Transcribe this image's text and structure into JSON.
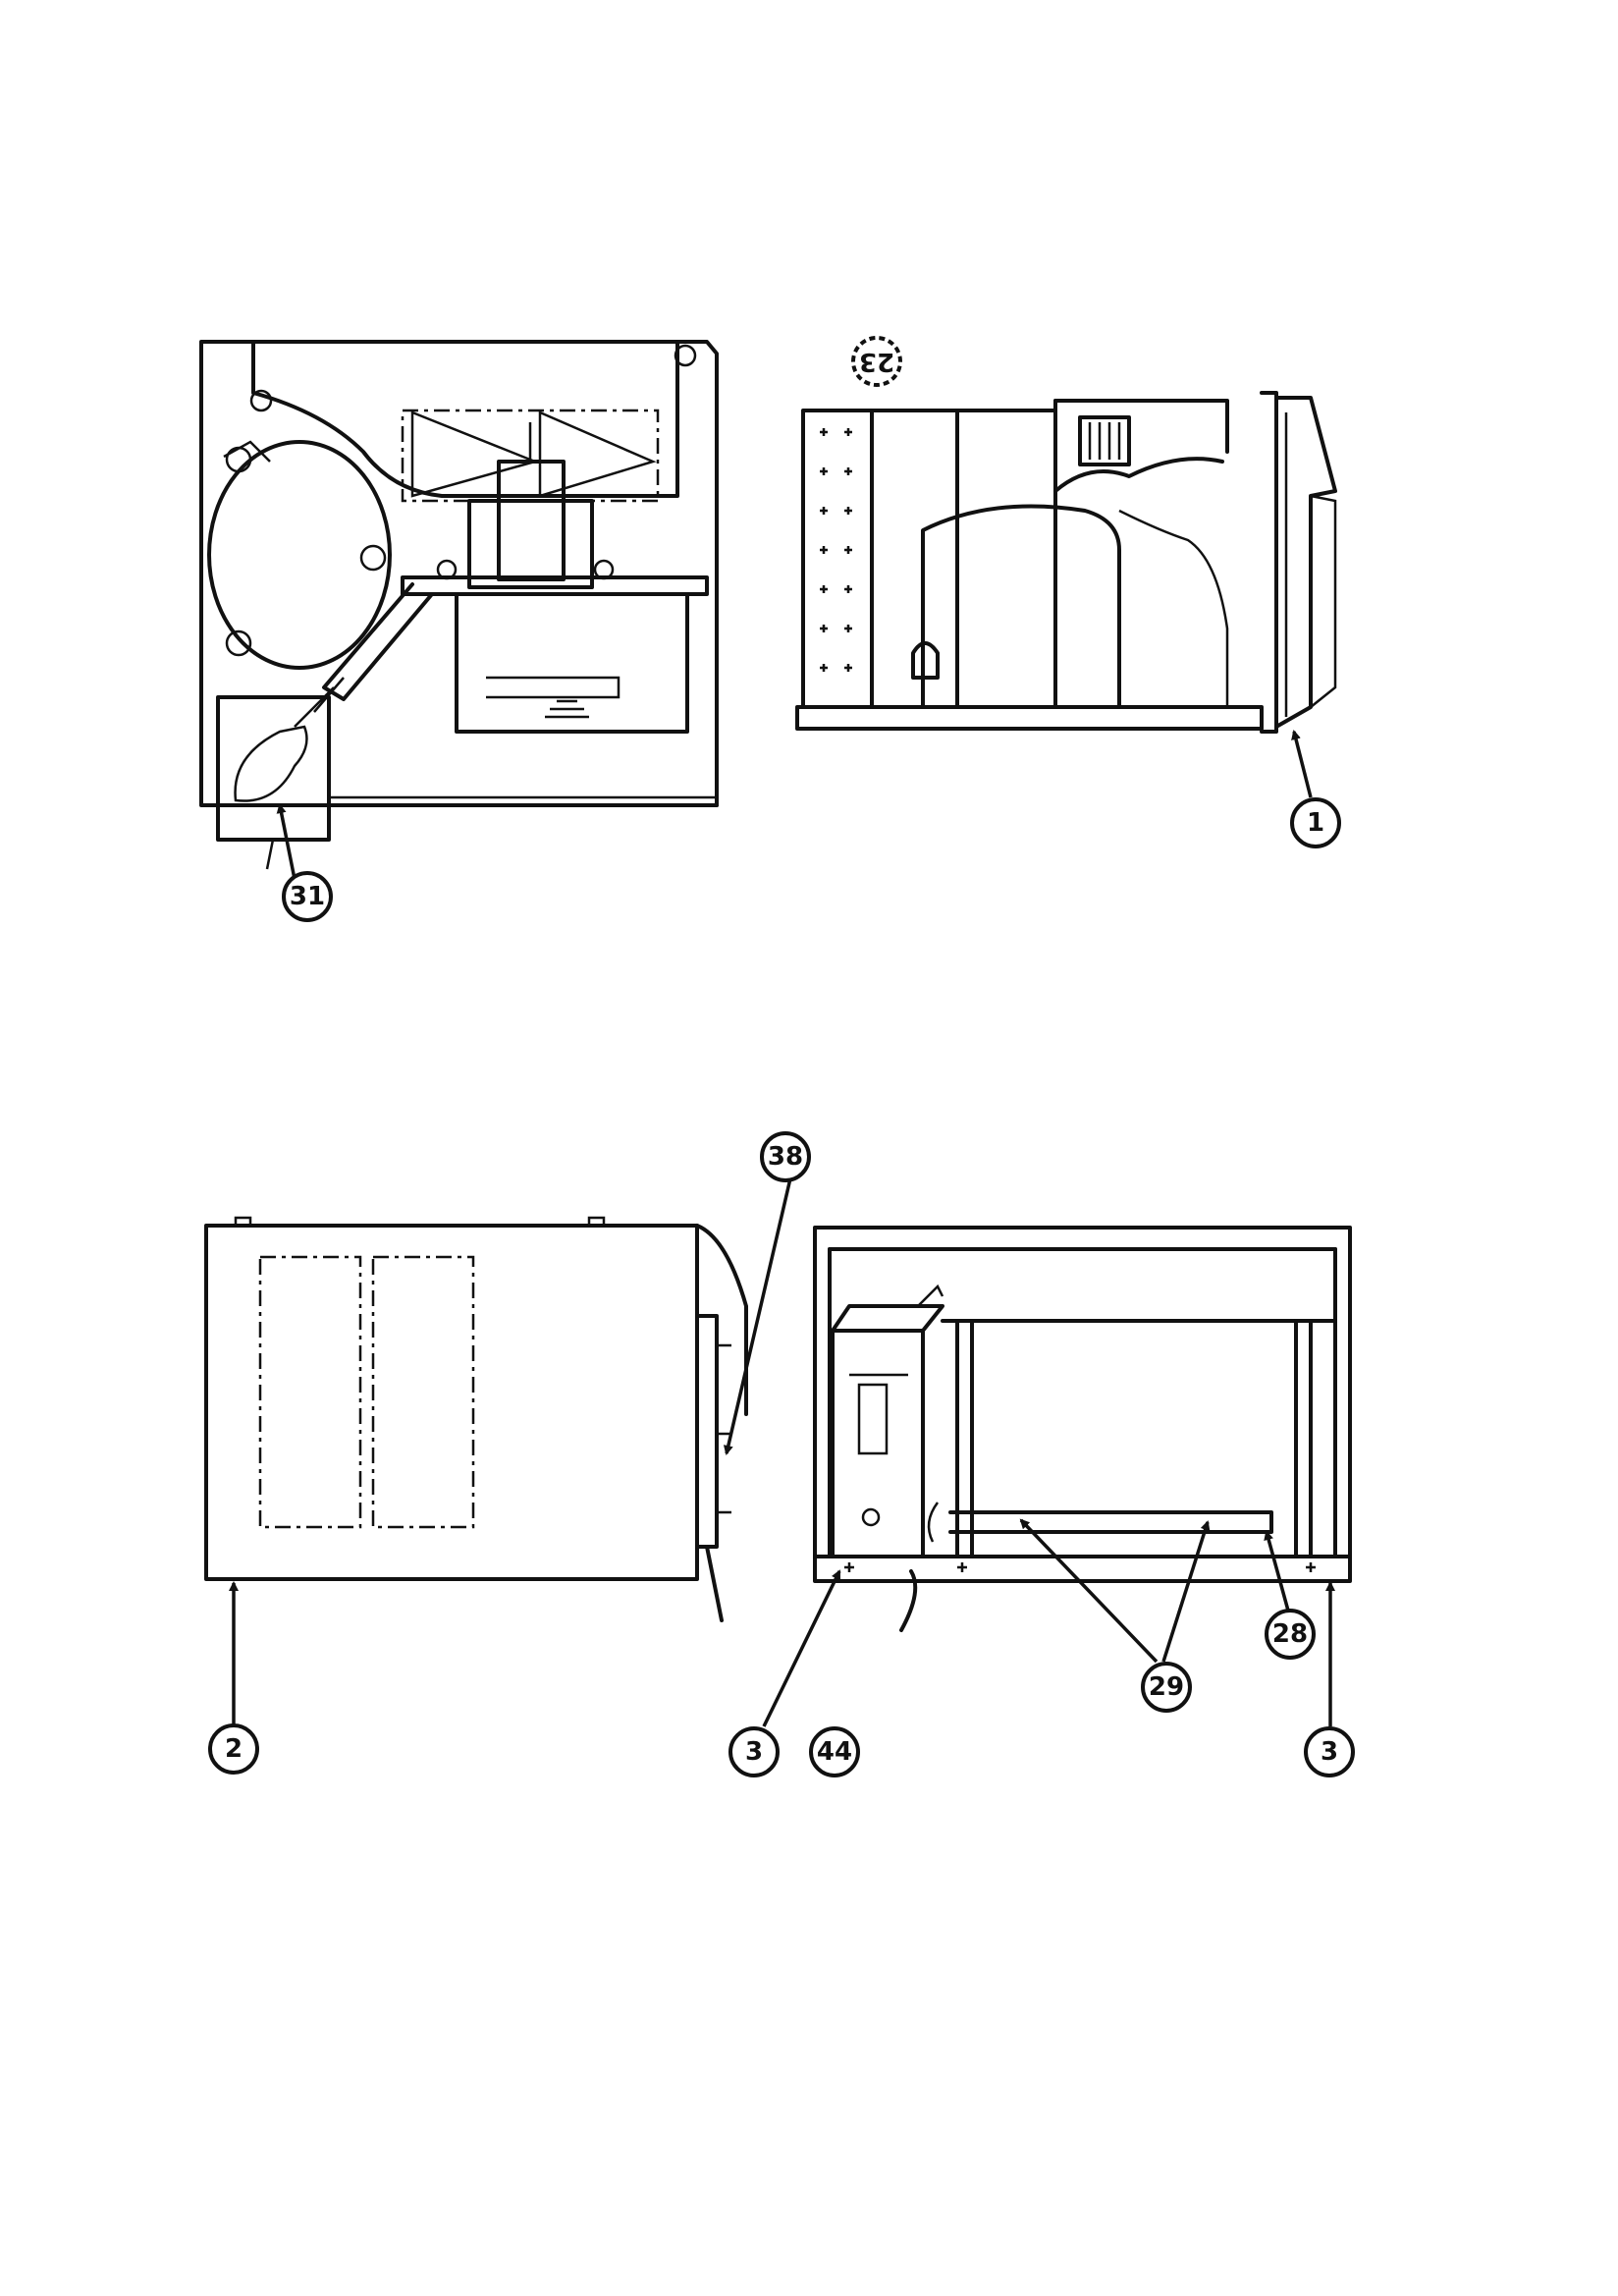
{
  "callouts": {
    "c31": "31",
    "c23": "23",
    "c1": "1",
    "c38": "38",
    "c2": "2",
    "c3a": "3",
    "c44": "44",
    "c29": "29",
    "c28": "28",
    "c3b": "3"
  }
}
